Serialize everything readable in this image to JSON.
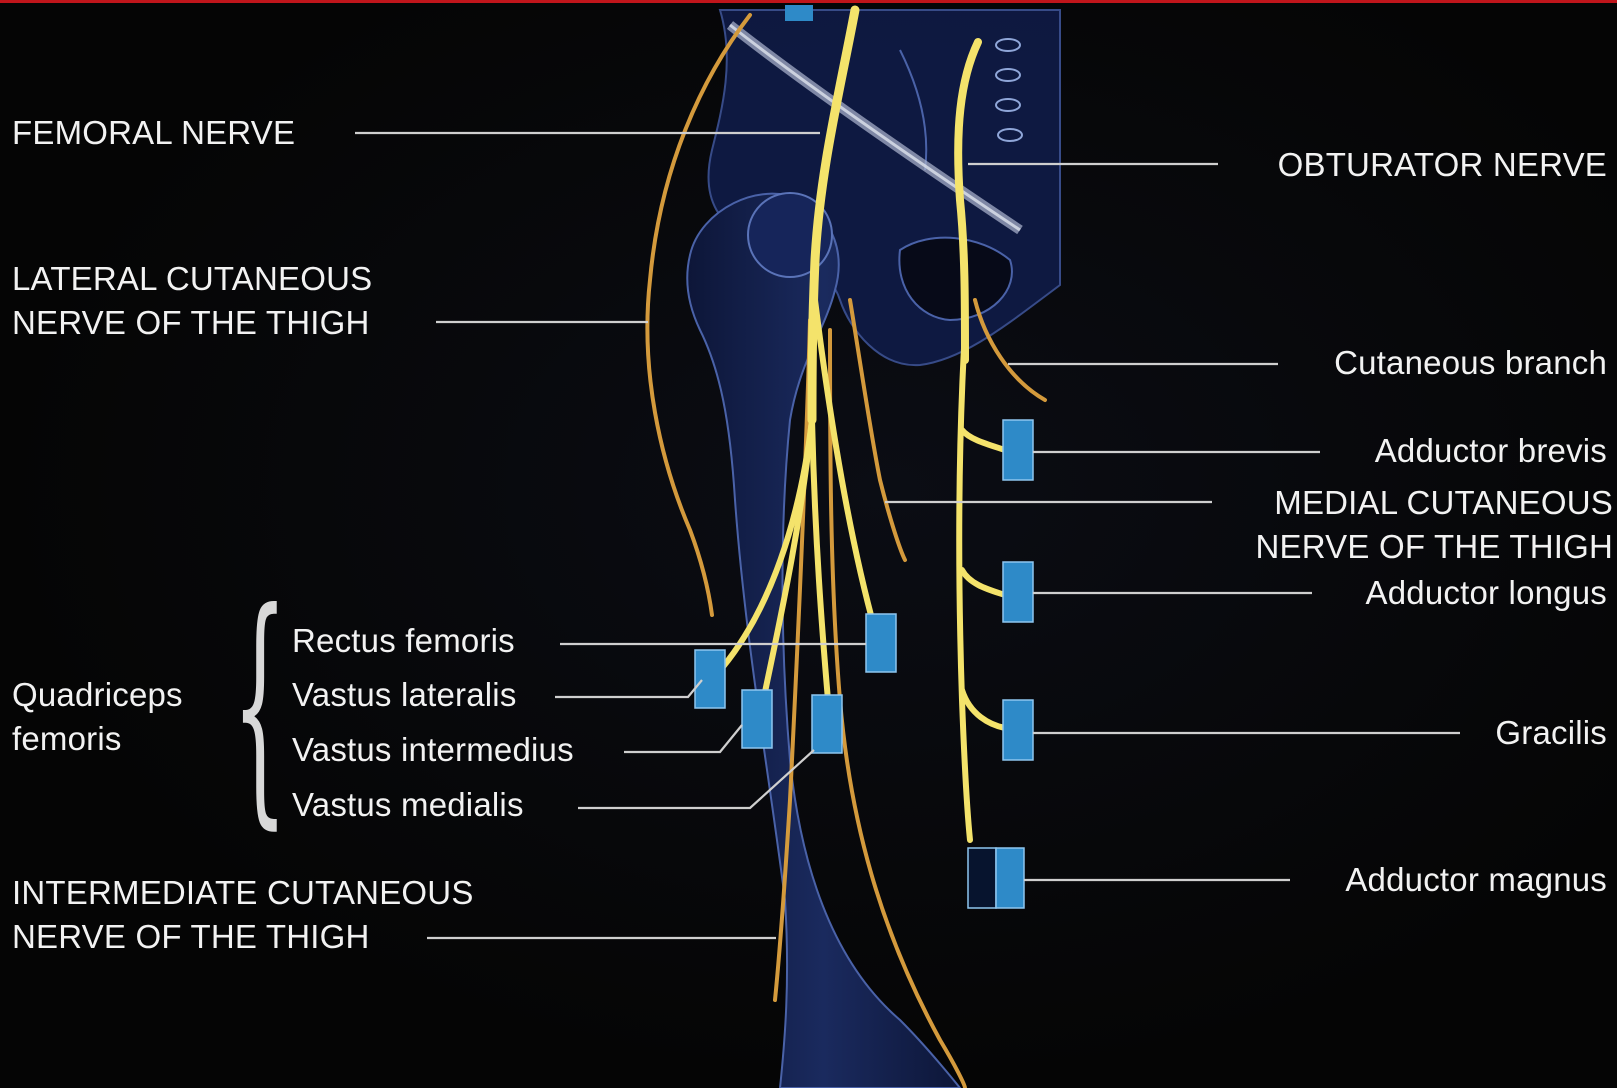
{
  "left_labels": {
    "femoral_nerve": "FEMORAL NERVE",
    "lateral_cutaneous_line1": "LATERAL CUTANEOUS",
    "lateral_cutaneous_line2": "NERVE OF THE THIGH",
    "quadriceps_line1": "Quadriceps",
    "quadriceps_line2": "femoris",
    "rectus_femoris": "Rectus femoris",
    "vastus_lateralis": "Vastus lateralis",
    "vastus_intermedius": "Vastus intermedius",
    "vastus_medialis": "Vastus medialis",
    "intermediate_cutaneous_line1": "INTERMEDIATE CUTANEOUS",
    "intermediate_cutaneous_line2": "NERVE OF THE THIGH"
  },
  "right_labels": {
    "obturator_nerve": "OBTURATOR NERVE",
    "cutaneous_branch": "Cutaneous branch",
    "adductor_brevis": "Adductor brevis",
    "medial_cutaneous_line1": "MEDIAL CUTANEOUS",
    "medial_cutaneous_line2": "NERVE OF THE THIGH",
    "adductor_longus": "Adductor longus",
    "gracilis": "Gracilis",
    "adductor_magnus": "Adductor magnus"
  },
  "colors": {
    "background": "#050505",
    "nerve_main": "#f4e36b",
    "nerve_cutaneous": "#d49a3c",
    "bone": "#13204a",
    "muscle_marker": "#2e8ac8",
    "leader_line": "#cfcfcf",
    "text": "#f2f2f2",
    "top_border": "#c0151b"
  }
}
